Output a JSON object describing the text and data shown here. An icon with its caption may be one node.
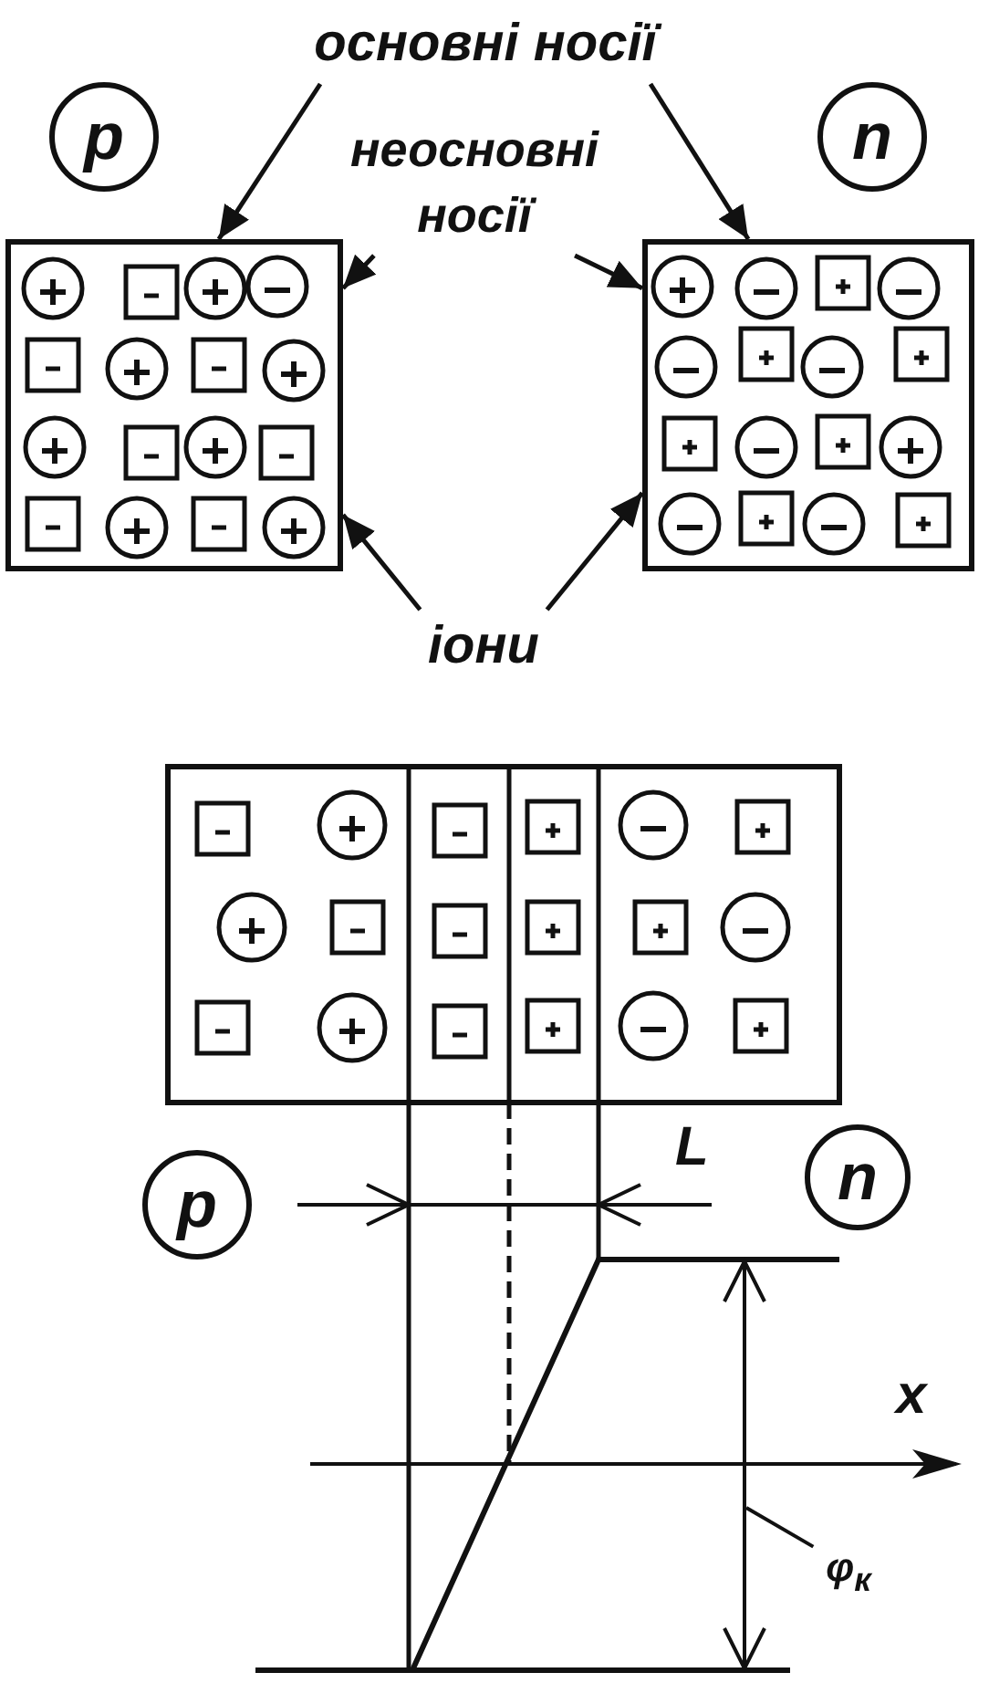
{
  "diagram": {
    "nodes": [
      {
        "text": [
          "основні носії"
        ]
      },
      {
        "text": [
          "неосновні носії"
        ]
      },
      {
        "text": [
          "p"
        ]
      },
      {
        "text": [
          "n"
        ]
      },
      {
        "text": [],
        "shape": "box"
      },
      {
        "text": [],
        "shape": "box"
      },
      {
        "text": [
          "іони"
        ]
      },
      {
        "text": [
          "p"
        ]
      },
      {
        "text": [
          "n"
        ]
      },
      {
        "text": [
          "φ$_{к}$"
        ]
      }
    ],
    "edges": [
      {
        "from": 0,
        "to": 4,
        "arrow": "to"
      },
      {
        "from": 0,
        "to": 5,
        "arrow": "to"
      },
      {
        "from": 1,
        "to": 4,
        "arrow": "to"
      },
      {
        "from": 1,
        "to": 5,
        "arrow": "to"
      },
      {
        "from": 6,
        "to": 4,
        "arrow": "to"
      },
      {
        "from": 6,
        "to": 5,
        "arrow": "to"
      },
      {
        "from": 9,
        "to": null,
        "arrow": "none"
      }
    ],
    "labels": [
      "L",
      "x"
    ]
  }
}
